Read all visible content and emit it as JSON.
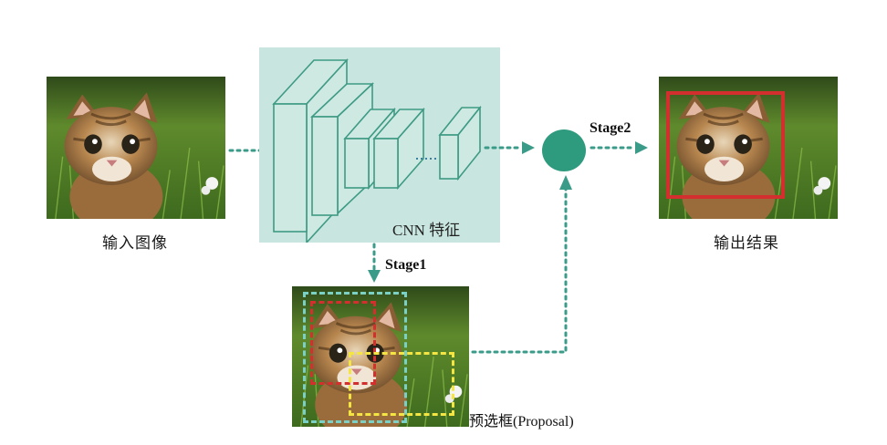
{
  "labels": {
    "input_image": "输入图像",
    "cnn_features": "CNN 特征",
    "output_result": "输出结果",
    "stage1": "Stage1",
    "stage2": "Stage2",
    "proposal": "预选框(Proposal)"
  },
  "colors": {
    "cnn_box": "#c8e6df",
    "arrow_teal": "#3a9b88",
    "node_fill": "#2e9a7e",
    "box_red": "#d32f2f",
    "box_yellow": "#f4e542",
    "box_cyan": "#7ad0c4"
  }
}
